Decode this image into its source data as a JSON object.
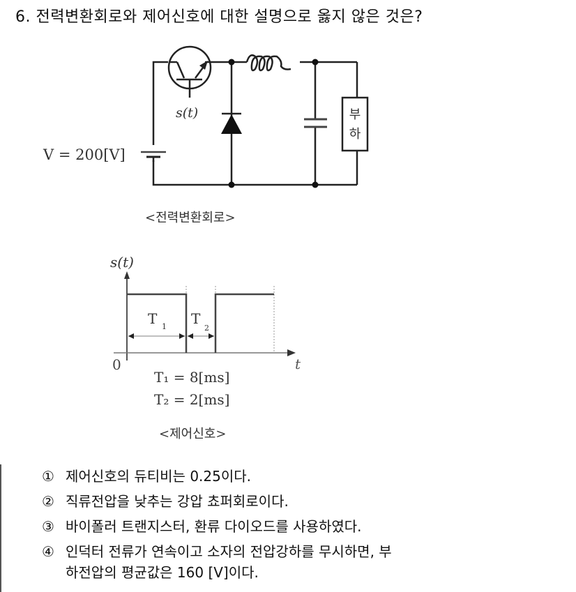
{
  "question": {
    "number": "6.",
    "text": "전력변환회로와 제어신호에 대한 설명으로 옳지 않은 것은?"
  },
  "circuit": {
    "source_label": "V = 200[V]",
    "switch_label": "s(t)",
    "load_label_top": "부",
    "load_label_bottom": "하",
    "caption": "<전력변환회로>",
    "components": [
      "bipolar-transistor",
      "freewheeling-diode",
      "inductor",
      "capacitor",
      "load",
      "dc-source"
    ]
  },
  "signal": {
    "y_label": "s(t)",
    "x_label": "t",
    "origin_label": "0",
    "t1_label": "T",
    "t1_sub": "1",
    "t2_label": "T",
    "t2_sub": "2",
    "eq1": "T₁ = 8[ms]",
    "eq2": "T₂ = 2[ms]",
    "caption": "<제어신호>"
  },
  "choices": [
    {
      "num": "①",
      "text": "제어신호의 듀티비는 0.25이다."
    },
    {
      "num": "②",
      "text": "직류전압을 낮추는 강압 쵸퍼회로이다."
    },
    {
      "num": "③",
      "text": "바이폴러 트랜지스터, 환류 다이오드를 사용하였다."
    },
    {
      "num": "④",
      "text": "인덕터 전류가 연속이고 소자의 전압강하를 무시하면, 부",
      "text2": "하전압의 평균값은 160 [V]이다."
    }
  ]
}
